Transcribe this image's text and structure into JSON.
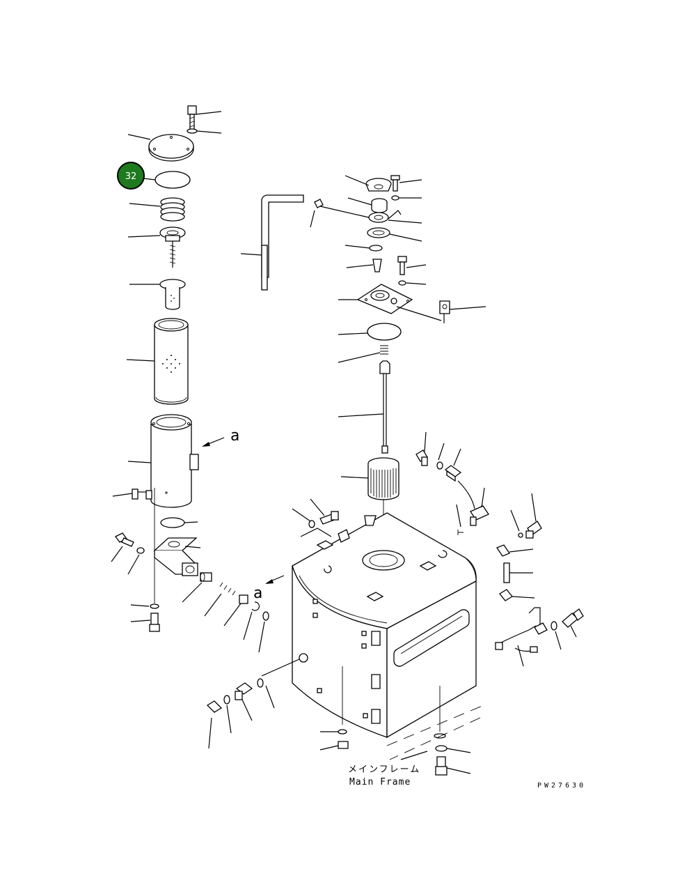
{
  "callout": {
    "number": "32",
    "color": "#1e7a1e",
    "ring_color": "#000000",
    "text_color": "#ffffff"
  },
  "view_markers": {
    "upper": "a",
    "lower": "a"
  },
  "main_frame": {
    "japanese": "メインフレーム",
    "english": "Main Frame"
  },
  "drawing_code": "PW27630",
  "line_color": "#000000",
  "background": "#ffffff"
}
